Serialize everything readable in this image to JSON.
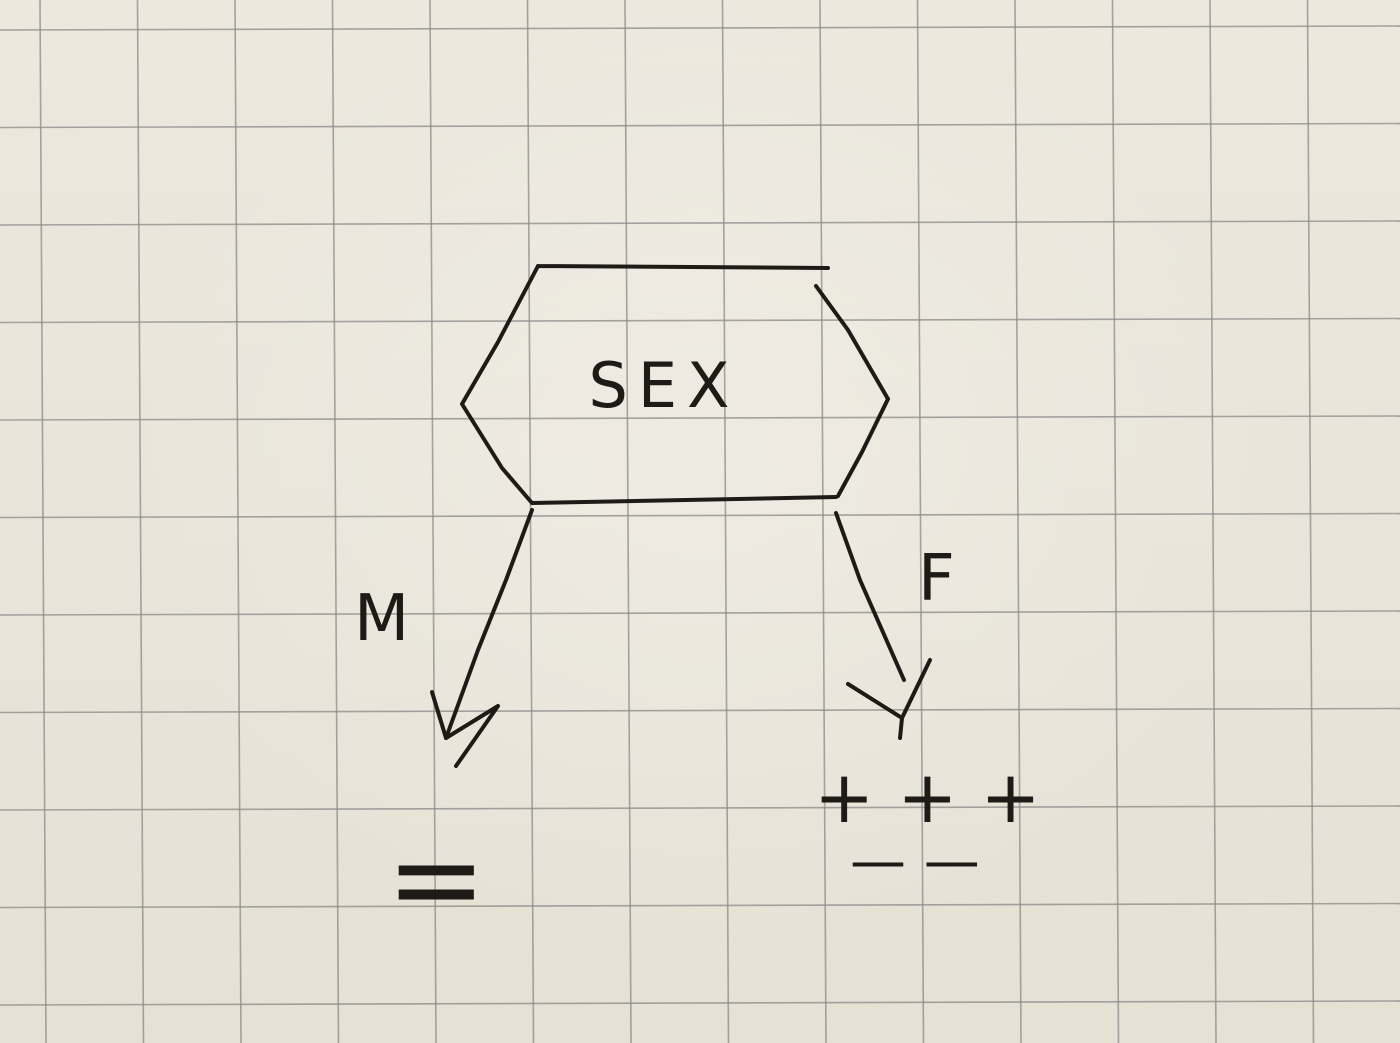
{
  "diagram": {
    "decision_node": {
      "label": "SEX",
      "shape": "hexagon"
    },
    "branches": [
      {
        "label": "M",
        "outcome_symbol": "="
      },
      {
        "label": "F",
        "outcome_symbol": "+ + +",
        "outcome_symbol_sub": "— —"
      }
    ]
  },
  "colors": {
    "paper": "#ebe7dc",
    "grid": "#8a8a88",
    "ink": "#1e1a16"
  }
}
